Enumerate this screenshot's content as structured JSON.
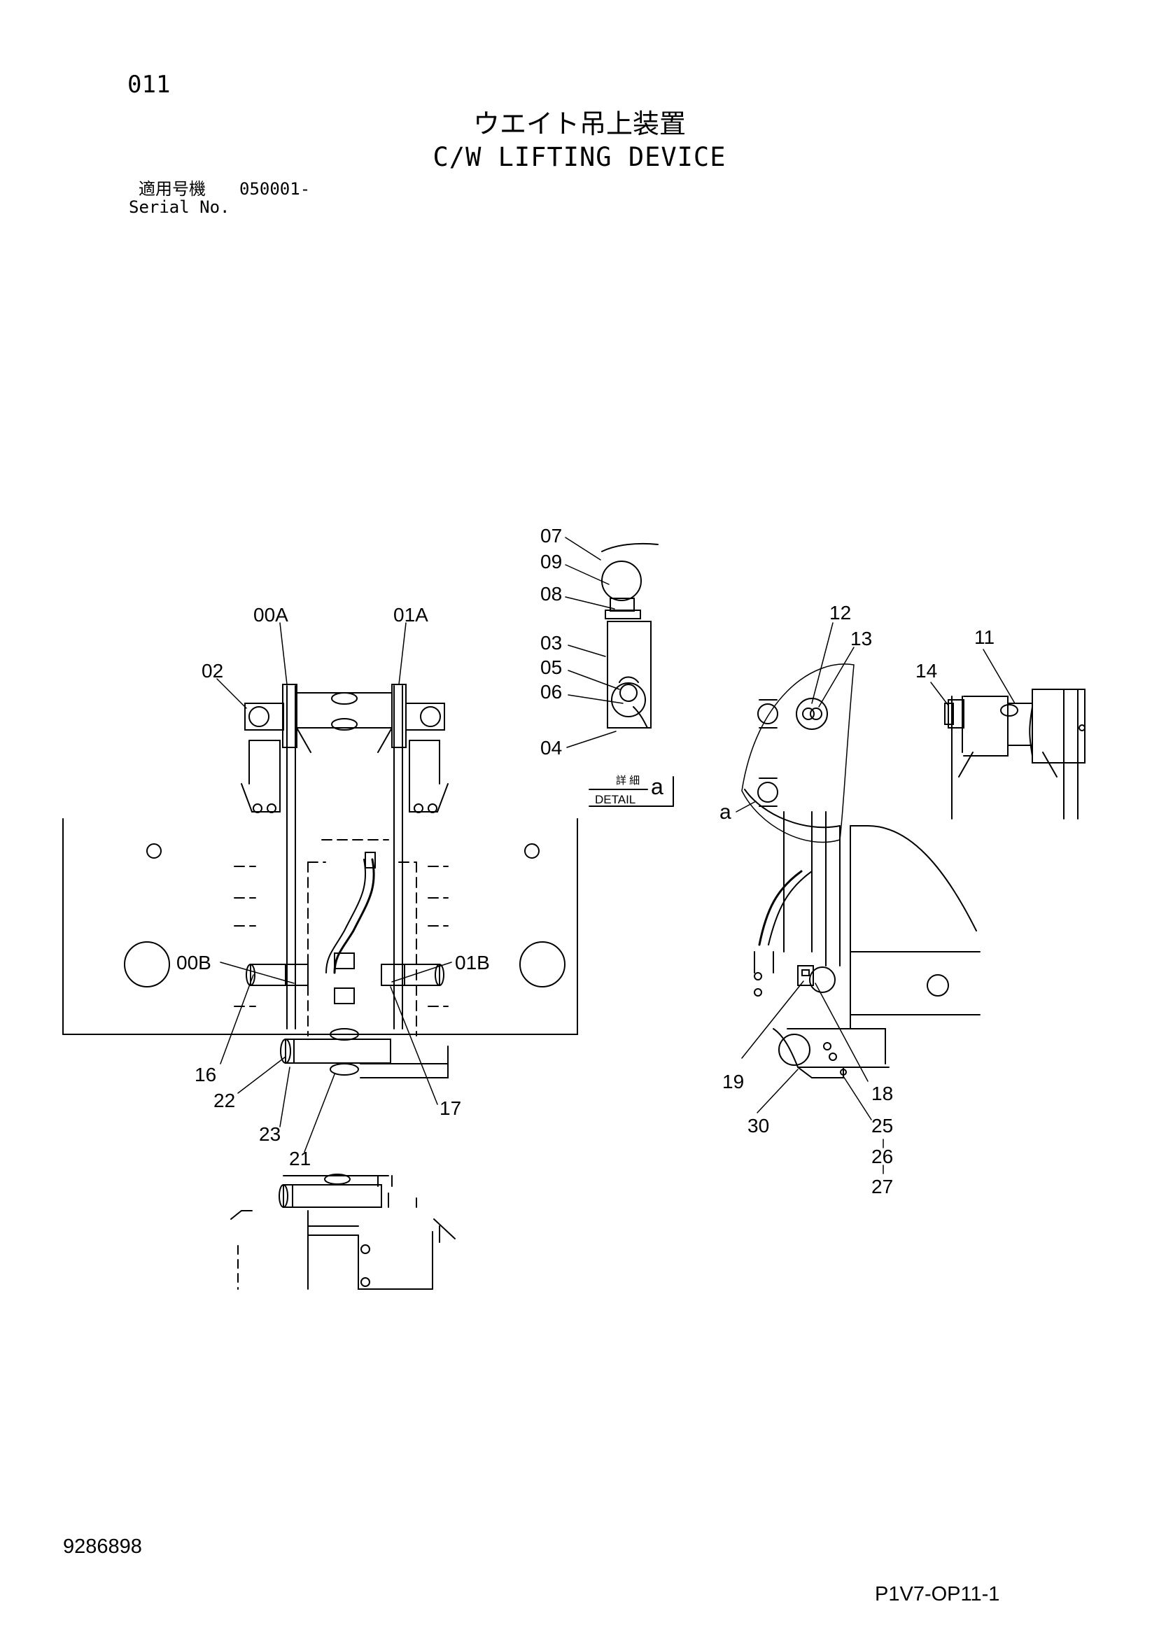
{
  "header": {
    "page_number": "011",
    "title_jp": "ウエイト吊上装置",
    "title_en": "C/W LIFTING DEVICE",
    "serial_label_jp": "適用号機",
    "serial_value": "050001-",
    "serial_label_en": "Serial No."
  },
  "detail_box": {
    "jp": "詳 細",
    "en": "DETAIL",
    "letter": "a"
  },
  "detail_marker": "a",
  "callouts": {
    "c07": "07",
    "c09": "09",
    "c08": "08",
    "c03": "03",
    "c05": "05",
    "c06": "06",
    "c04": "04",
    "c00A": "00A",
    "c01A": "01A",
    "c02": "02",
    "c00B": "00B",
    "c01B": "01B",
    "c16": "16",
    "c22": "22",
    "c23": "23",
    "c21": "21",
    "c17": "17",
    "c12": "12",
    "c13": "13",
    "c11": "11",
    "c14": "14",
    "c19": "19",
    "c18": "18",
    "c30": "30",
    "c25": "25",
    "c26": "26",
    "c27": "27"
  },
  "footer": {
    "document_number": "9286898",
    "sheet_number": "P1V7-OP11-1"
  }
}
